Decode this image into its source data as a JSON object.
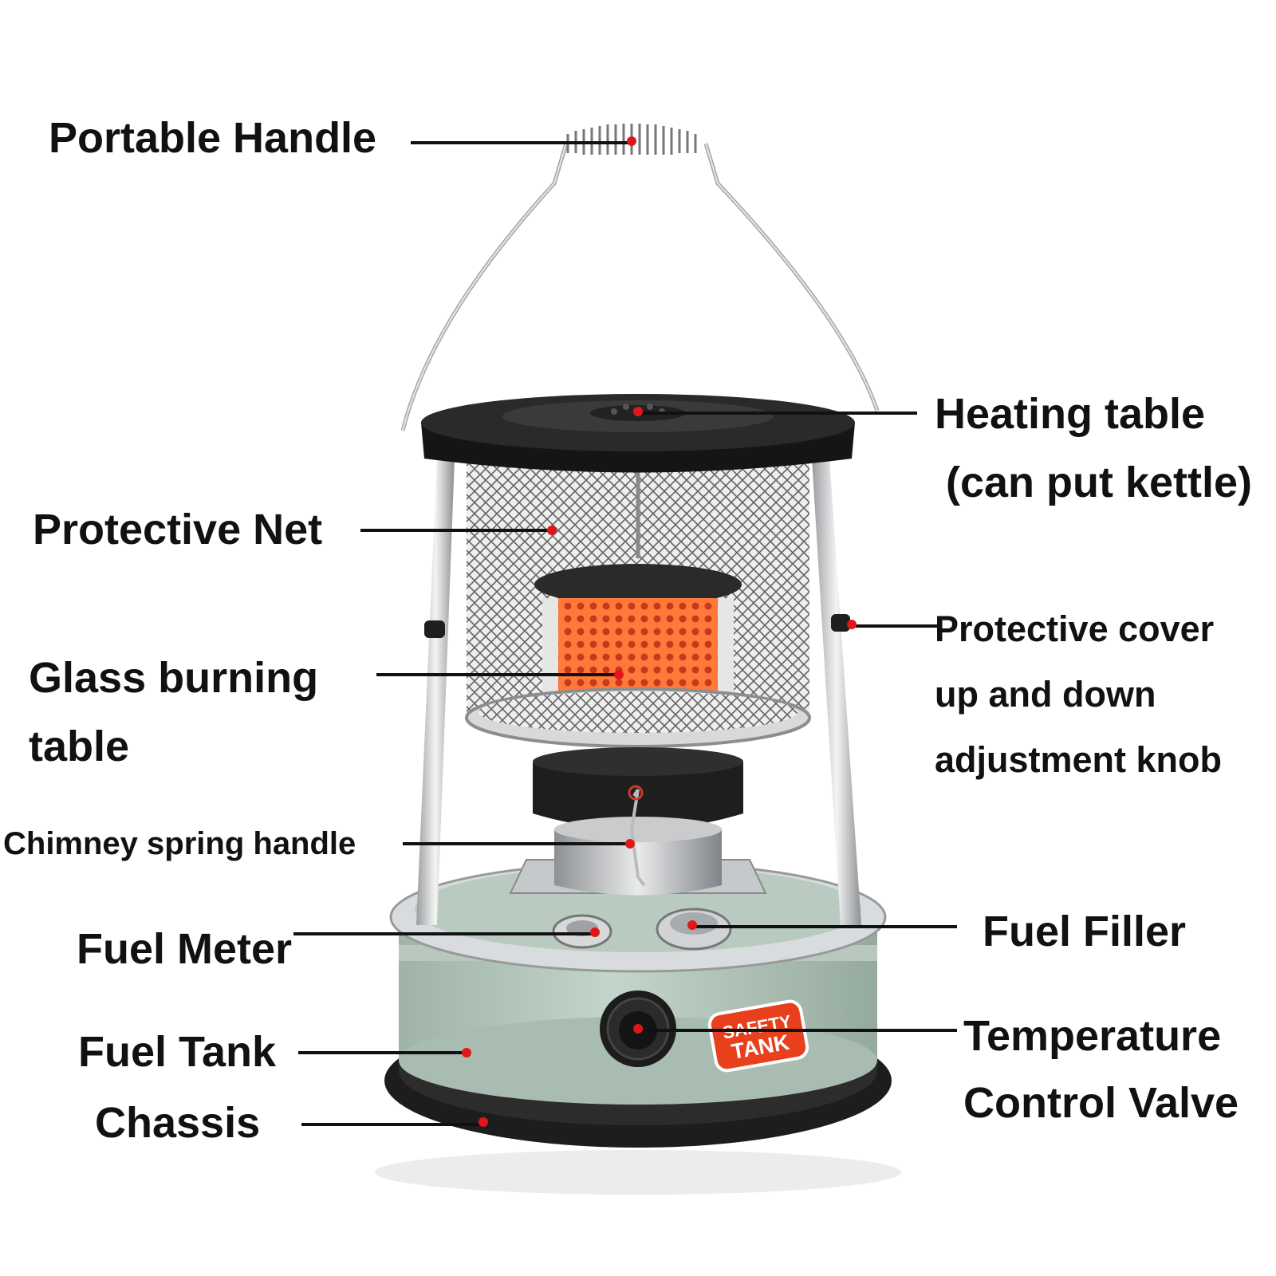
{
  "colors": {
    "leader_line": "#111111",
    "marker_dot": "#e0161a",
    "tank_body": "#b3c6bb",
    "metal": "#cfd2d4",
    "black_parts": "#1b1b1b",
    "glow": "#ff6a2a",
    "badge": "#e8401c"
  },
  "product": {
    "badge_line_1": "SAFETY",
    "badge_line_2": "TANK"
  },
  "labels": {
    "portable_handle": "Portable Handle",
    "heating_table_1": "Heating table",
    "heating_table_2": "(can put kettle)",
    "protective_net": "Protective Net",
    "protective_cover_1": "Protective cover",
    "protective_cover_2": "up and down",
    "protective_cover_3": "adjustment knob",
    "glass_burning_1": "Glass burning",
    "glass_burning_2": "table",
    "chimney_spring": "Chimney spring handle",
    "fuel_meter": "Fuel Meter",
    "fuel_filler": "Fuel Filler",
    "fuel_tank": "Fuel Tank",
    "temperature_1": "Temperature",
    "temperature_2": "Control Valve",
    "chassis": "Chassis"
  }
}
